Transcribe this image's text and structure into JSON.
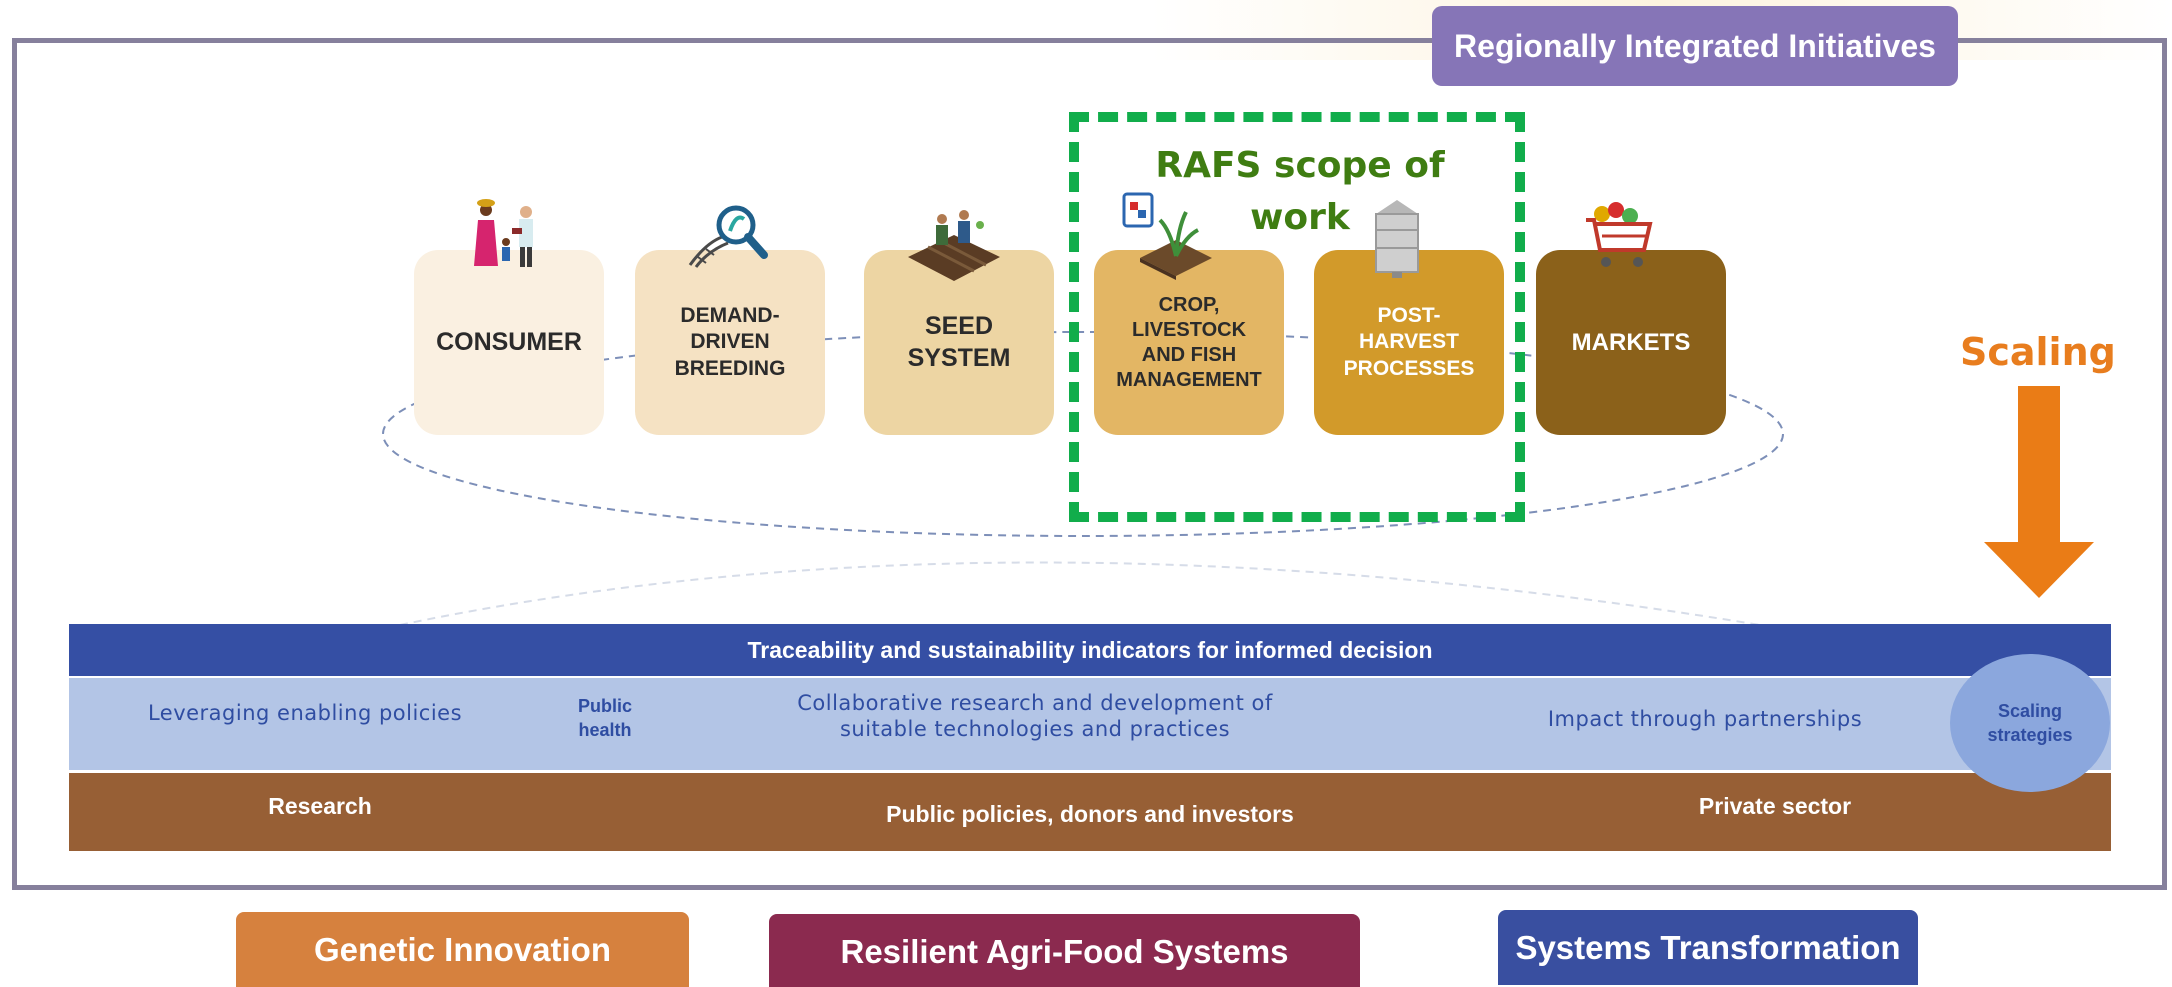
{
  "header": {
    "regional_label": "Regionally Integrated Initiatives"
  },
  "value_chain": {
    "consumer": "CONSUMER",
    "breeding": [
      "DEMAND-",
      "DRIVEN",
      "BREEDING"
    ],
    "seed": "SEED SYSTEM",
    "crop": [
      "CROP,",
      "LIVESTOCK",
      "AND FISH",
      "MANAGEMENT"
    ],
    "post_harvest": [
      "POST-",
      "HARVEST",
      "PROCESSES"
    ],
    "markets": "MARKETS"
  },
  "scope": {
    "label_line1": "RAFS scope of",
    "label_line2": "work"
  },
  "scaling": {
    "label": "Scaling"
  },
  "bands": {
    "traceability": "Traceability and sustainability indicators for informed decision",
    "policies": "Leveraging enabling policies",
    "public_health": [
      "Public",
      "health"
    ],
    "collaborative": [
      "Collaborative research and development of",
      "suitable technologies and practices"
    ],
    "partnerships": "Impact through partnerships",
    "scaling_strategies": [
      "Scaling",
      "strategies"
    ],
    "research": "Research",
    "public_policies": "Public policies, donors and investors",
    "private_sector": "Private sector"
  },
  "initiatives": {
    "genetic": "Genetic Innovation",
    "resilient": "Resilient Agri-Food Systems",
    "systems": "Systems Transformation"
  },
  "colors": {
    "frame": "#86809c",
    "regional": "#8675b7",
    "scope_border": "#11ad4b",
    "scope_text": "#3f7d12",
    "scaling": "#e87d1e",
    "traceability_band": "#354fa4",
    "light_band": "#b3c5e6",
    "brown_band": "#975f35",
    "genetic": "#d6813e",
    "resilient": "#8b2a4f",
    "systems": "#394fa0"
  },
  "icons": [
    "people-icon",
    "dna-magnifier-icon",
    "farmer-field-icon",
    "crop-plot-icon",
    "silo-icon",
    "shopping-cart-icon",
    "down-arrow-icon"
  ]
}
